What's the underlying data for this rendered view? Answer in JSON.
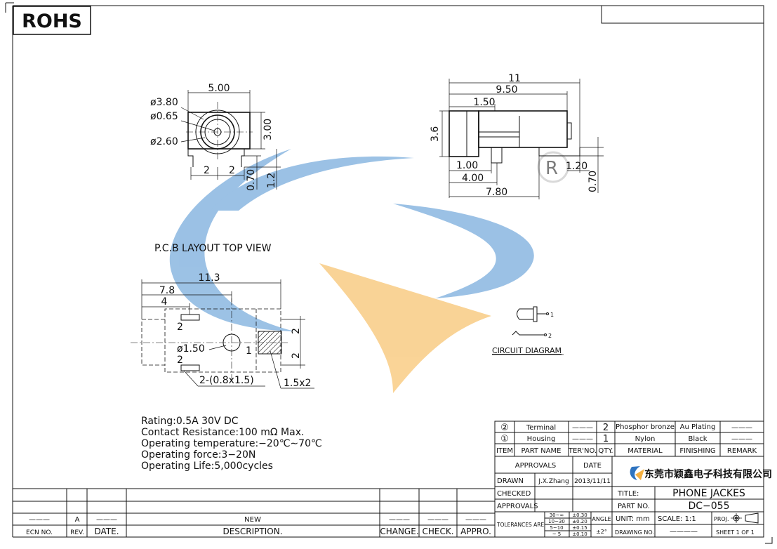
{
  "rohs_label": "ROHS",
  "front_view": {
    "width": "5.00",
    "d1": "ø3.80",
    "d2": "ø0.65",
    "d3": "ø2.60",
    "height": "3.00",
    "pin_a": "2",
    "pin_b": "2",
    "pin_h1": "0.70",
    "pin_h2": "1.2"
  },
  "side_view": {
    "total": "11",
    "body": "9.50",
    "front": "1.50",
    "height": "3.6",
    "d_100": "1.00",
    "d_400": "4.00",
    "d_780": "7.80",
    "d_120": "1.20",
    "d_070": "0.70"
  },
  "pcb": {
    "title": "P.C.B LAYOUT TOP VIEW",
    "w_total": "11.3",
    "w_78": "7.8",
    "w_4": "4",
    "pin2_top": "2",
    "pin2_bot": "2",
    "pin1": "1",
    "hole": "ø1.50",
    "slot": "2-(0.8x1.5)",
    "pad": "1.5x2",
    "sp_top": "2",
    "sp_bot": "2"
  },
  "circuit": {
    "title": "CIRCUIT DIAGRAM",
    "n1": "1",
    "n2": "2"
  },
  "specs": [
    "Rating:0.5A  30V  DC",
    "Contact  Resistance:100  mΩ  Max.",
    "Operating  temperature:−20℃∼70℃",
    "Operating  force:3−20N",
    "Operating  Life:5,000cycles"
  ],
  "bom": {
    "rows": [
      {
        "item": "②",
        "name": "Terminal",
        "ter": "———",
        "qty": "2",
        "material": "Phosphor bronze",
        "finish": "Au Plating",
        "remark": "———"
      },
      {
        "item": "①",
        "name": "Housing",
        "ter": "———",
        "qty": "1",
        "material": "Nylon",
        "finish": "Black",
        "remark": "———"
      }
    ],
    "header": {
      "item": "ITEM",
      "name": "PART NAME",
      "ter": "TER'NO.",
      "qty": "QTY.",
      "material": "MATERIAL",
      "finish": "FINISHING",
      "remark": "REMARK"
    }
  },
  "title_block": {
    "approvals_hdr": "APPROVALS",
    "date_hdr": "DATE",
    "drawn_label": "DRAWN",
    "drawn_by": "J.X.Zhang",
    "drawn_date": "2013/11/11",
    "checked_label": "CHECKED",
    "approvals_label": "APPROVALS",
    "company": "东莞市颖鑫电子科技有限公司",
    "title_label": "TITLE:",
    "title": "PHONE  JACKES",
    "part_label": "PART  NO.",
    "part_no": "DC−055",
    "tol_label": "TOLERANCES  ARE",
    "tol_ranges": [
      "30~∞",
      "10~30",
      "5~10",
      "~ 5"
    ],
    "tol_values": [
      "±0.30",
      "±0.20",
      "±0.15",
      "±0.10"
    ],
    "angle_label": "ANGLE",
    "angle_value": "±2°",
    "unit": "UNIT:  mm",
    "scale": "SCALE:   1:1",
    "proj": "PROJ.",
    "drawing_no": "DRAWING  NO.",
    "drawing_no_val": "————",
    "sheet": "SHEET   1  OF  1"
  },
  "revision": {
    "ecn_val": "———",
    "rev_val": "A",
    "date_val": "———",
    "desc_val": "NEW",
    "change_val": "———",
    "check_val": "———",
    "appro_val": "———",
    "ecn": "ECN  NO.",
    "rev": "REV.",
    "date": "DATE.",
    "desc": "DESCRIPTION.",
    "change": "CHANGE.",
    "check": "CHECK.",
    "appro": "APPRO."
  },
  "colors": {
    "watermark_blue": "#4a8fd0",
    "watermark_orange": "#f5b041",
    "line": "#111111"
  }
}
